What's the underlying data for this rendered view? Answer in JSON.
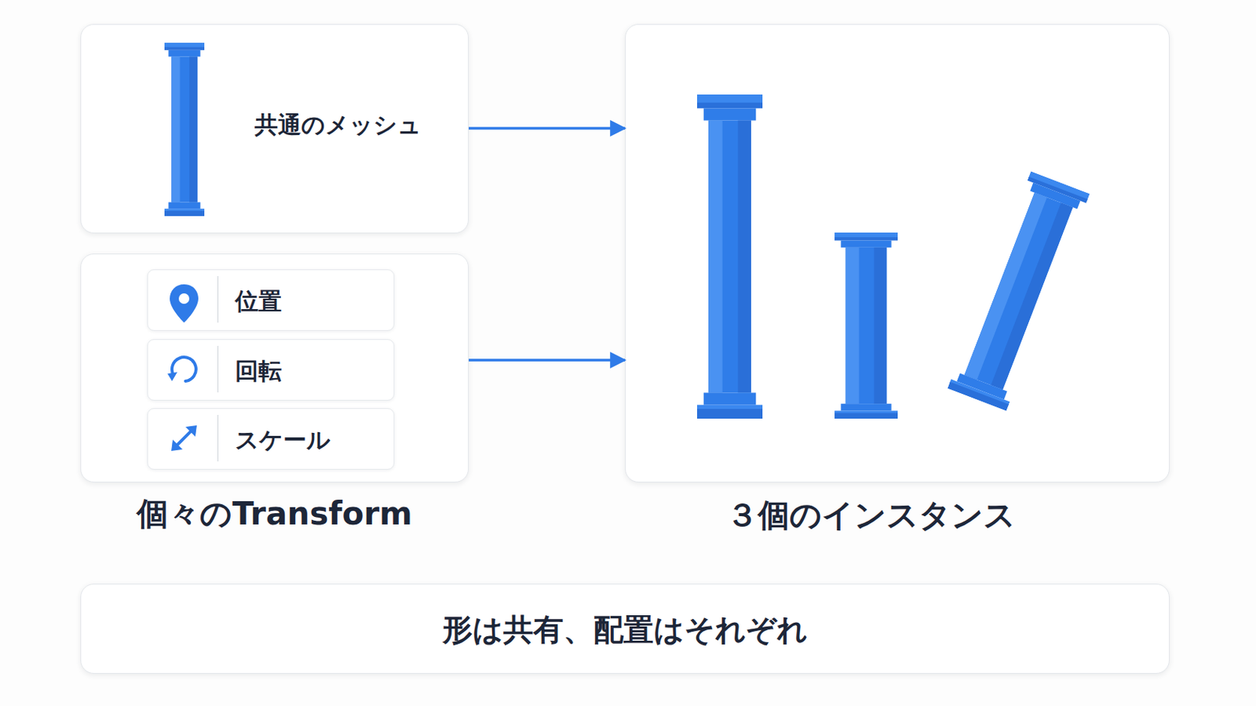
{
  "diagram": {
    "nodes": [
      {
        "text": [
          "共通のメッシュ"
        ]
      },
      {
        "text": [
          "個々のTransform"
        ]
      },
      {
        "text": [
          "位置"
        ],
        "in": 1
      },
      {
        "text": [
          "回転"
        ],
        "in": 1
      },
      {
        "text": [
          "スケール"
        ],
        "in": 1
      },
      {
        "text": [
          "３個のインスタンス"
        ]
      },
      {
        "text": [
          "形は共有、配置はそれぞれ"
        ]
      }
    ],
    "edges": [
      {
        "from": 0,
        "to": 5,
        "arrow": "to"
      },
      {
        "from": 1,
        "to": 5,
        "arrow": "to"
      }
    ]
  }
}
